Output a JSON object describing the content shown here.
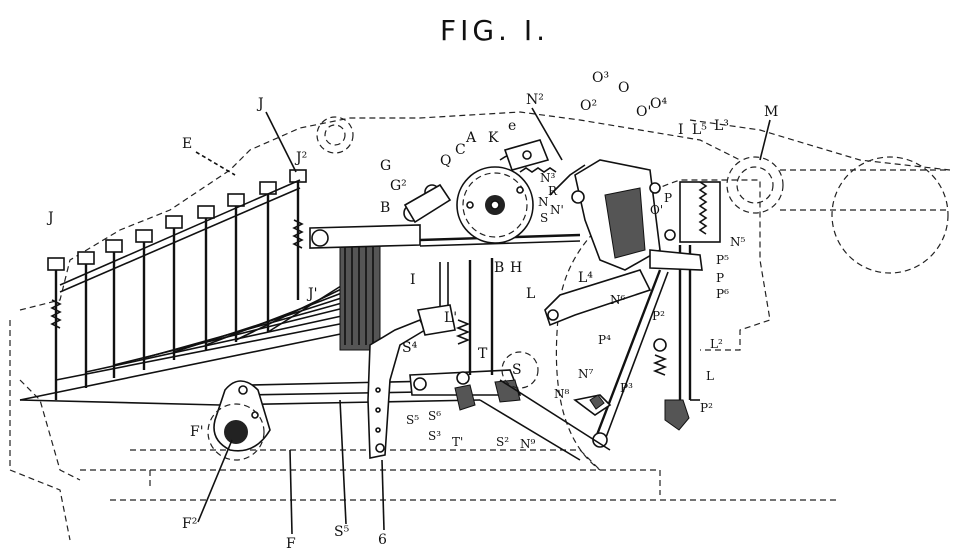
{
  "figure": {
    "title": "FIG. I.",
    "labels": {
      "J_left": "J",
      "J_top": "J",
      "E": "E",
      "J2": "J²",
      "J1": "J'",
      "G": "G",
      "G2": "G²",
      "B_top": "B",
      "Q": "Q",
      "C": "C",
      "A": "A",
      "K": "K",
      "e": "e",
      "N2": "N²",
      "N3": "N³",
      "R": "R",
      "N_mid": "N",
      "N1": "N'",
      "S_mid": "S",
      "O3": "O³",
      "O2": "O²",
      "O": "O",
      "O1": "O'",
      "O4": "O⁴",
      "I_top": "I",
      "L5": "L⁵",
      "L3": "L³",
      "M": "M",
      "P_top": "P",
      "O1b": "O'",
      "N5": "N⁵",
      "P5": "P⁵",
      "P_right": "P",
      "P6": "P⁶",
      "L4": "L⁴",
      "L_mid": "L",
      "N6": "N⁶",
      "B_mid": "B",
      "H": "H",
      "I_mid": "I",
      "L1": "L'",
      "S4": "S⁴",
      "T": "T",
      "S_low": "S",
      "P2_mid": "P²",
      "P4": "P⁴",
      "L2": "L²",
      "L_low": "L",
      "N7": "N⁷",
      "P3": "P³",
      "N8": "N⁸",
      "P2_low": "P²",
      "S5_mid": "S⁵",
      "S6": "S⁶",
      "S3": "S³",
      "T1": "T'",
      "S2": "S²",
      "N9": "N⁹",
      "F1": "F'",
      "F2": "F²",
      "F": "F",
      "S5_low": "S⁵",
      "six": "6"
    }
  }
}
